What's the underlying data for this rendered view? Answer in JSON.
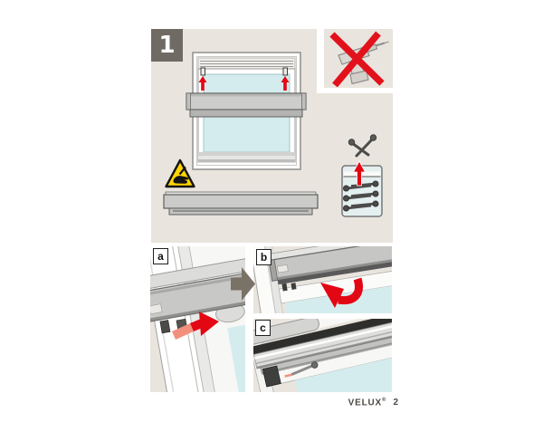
{
  "step1": {
    "number": "1"
  },
  "substeps": [
    {
      "label": "a"
    },
    {
      "label": "b"
    },
    {
      "label": "c"
    }
  ],
  "footer": {
    "brand": "VELUX",
    "registered_mark": "®",
    "page_number": "2"
  },
  "icons": {
    "prohibition": "no-power-drill-icon",
    "prohibition_cross": "red-x-icon",
    "warning": "pinch-hazard-icon",
    "lift_arrows": "red-up-arrow-icon",
    "store_arrow": "red-up-arrow-icon",
    "screws": "crossed-screws-icon",
    "bag": "screw-storage-bag-icon",
    "transition": "gray-next-arrow-icon",
    "slide": "red-slide-arrow-icon",
    "rotate": "red-rotate-arrow-icon"
  },
  "colors": {
    "panel_background": "#e9e5de",
    "accent_red": "#e30613",
    "accent_salmon": "#f2907c",
    "warning_yellow": "#ffd500",
    "badge_gray": "#6f6b64",
    "glass_blue": "#d5ecee",
    "transition_gray": "#7b7267",
    "footer_text": "#4c4842"
  }
}
